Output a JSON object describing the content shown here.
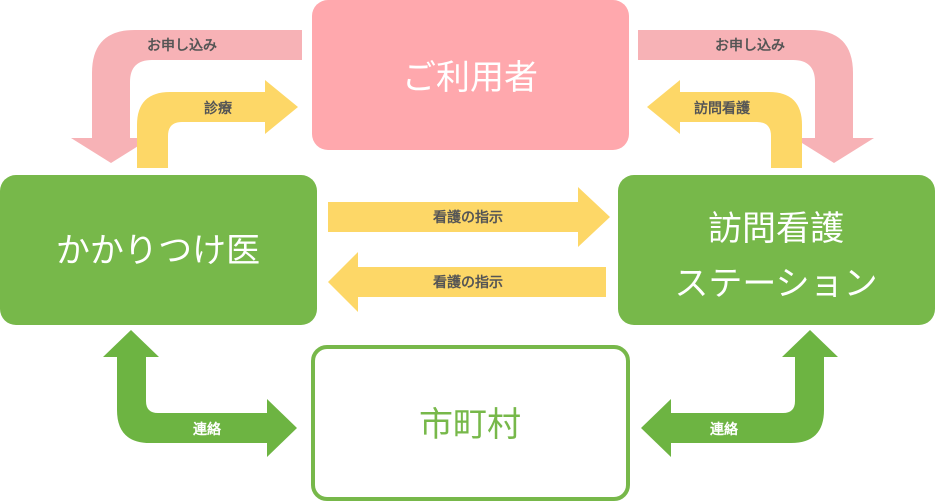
{
  "nodes": {
    "user": "ご利用者",
    "doctor": "かかりつけ医",
    "station_line1": "訪問看護",
    "station_line2": "ステーション",
    "municipality": "市町村"
  },
  "arrows": {
    "apply_left": "お申し込み",
    "apply_right": "お申し込み",
    "medical_care": "診療",
    "visit_nursing": "訪問看護",
    "instruction_top": "看護の指示",
    "instruction_bottom": "看護の指示",
    "contact_left": "連絡",
    "contact_right": "連絡"
  },
  "colors": {
    "pink": "#ffa8ad",
    "pink_arrow": "#f7b2b6",
    "green": "#77b84a",
    "green_arrow": "#6db442",
    "yellow": "#fdd767",
    "white": "#ffffff",
    "label_text": "#555555"
  }
}
